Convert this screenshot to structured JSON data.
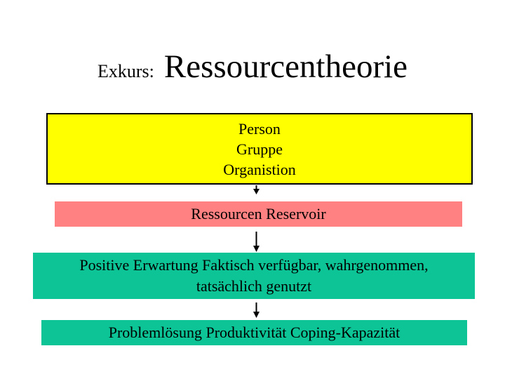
{
  "title": {
    "prefix": "Exkurs:",
    "main": "Ressourcentheorie"
  },
  "colors": {
    "background": "#FFFFFF",
    "text": "#000000",
    "arrow": "#000000",
    "levels_fill": "#FFFF00",
    "levels_border": "#000000",
    "reservoir_fill": "#FF8181",
    "availability_fill": "#0CC495",
    "outcomes_fill": "#0CC495"
  },
  "boxes": [
    {
      "name": "levels",
      "lines": [
        "Person",
        "Gruppe",
        "Organistion"
      ]
    },
    {
      "name": "reservoir",
      "lines": [
        "Ressourcen Reservoir"
      ]
    },
    {
      "name": "availability",
      "lines": [
        "Positive Erwartung Faktisch verfügbar, wahrgenommen,",
        "tatsächlich genutzt"
      ]
    },
    {
      "name": "outcomes",
      "lines": [
        "Problemlösung Produktivität Coping-Kapazität"
      ]
    }
  ],
  "arrows": [
    {
      "icon": "down-arrow"
    },
    {
      "icon": "down-arrow"
    },
    {
      "icon": "down-arrow"
    }
  ]
}
